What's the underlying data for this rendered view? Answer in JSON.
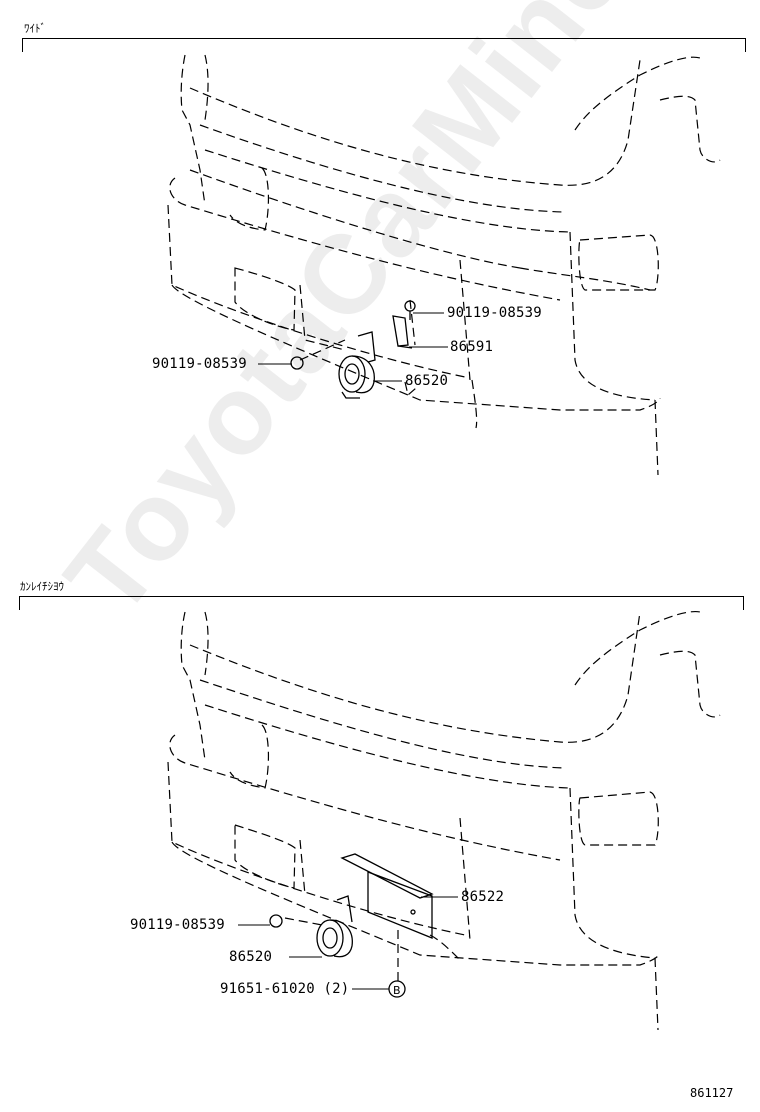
{
  "sections": [
    {
      "label": "ﾜｲﾄﾞ",
      "callouts": {
        "bolt_top": "90119-08539",
        "bracket": "86591",
        "bolt_left": "90119-08539",
        "horn": "86520"
      }
    },
    {
      "label": "ｶﾝﾚｲﾁｼﾖｳ",
      "callouts": {
        "bracket": "86522",
        "bolt_left": "90119-08539",
        "horn": "86520",
        "clip": "91651-61020 (2)",
        "clip_marker": "B"
      }
    }
  ],
  "figure_number": "861127",
  "watermark": "ToyotaCarMine.ru"
}
